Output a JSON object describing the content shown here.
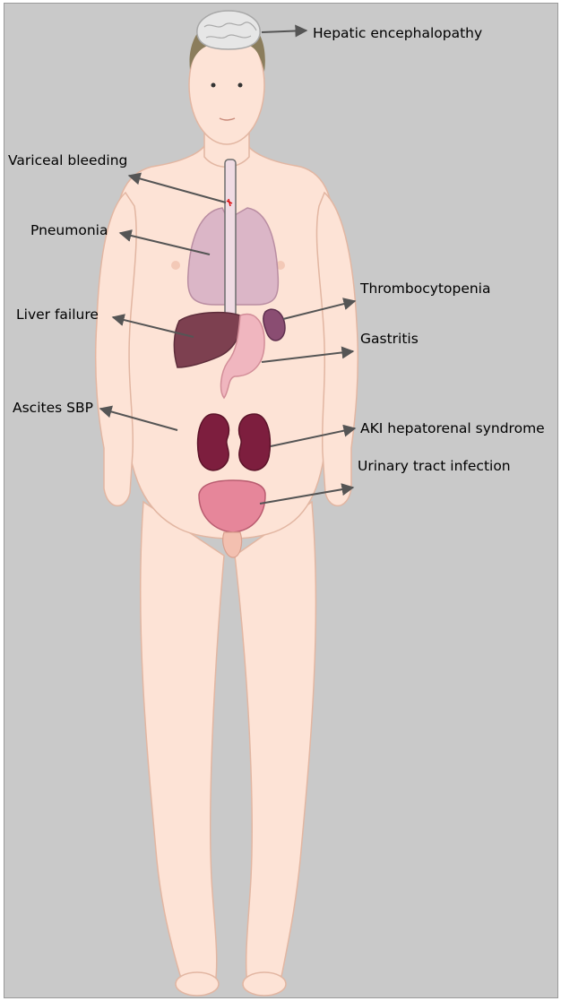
{
  "colors": {
    "background": "#c9c9c9",
    "skin": "#fde3d6",
    "skin_outline": "#e6b9a6",
    "hair": "#8b7d5c",
    "brain": "#e8e8e8",
    "lungs": "#dcb8c8",
    "liver": "#7d4050",
    "spleen": "#8a4d72",
    "stomach": "#f0b6bf",
    "kidney": "#7d1e3e",
    "bladder": "#e6869a",
    "arrow": "#555555"
  },
  "labels": {
    "hepatic_encephalopathy": "Hepatic encephalopathy",
    "variceal_bleeding": "Variceal bleeding",
    "pneumonia": "Pneumonia",
    "thrombocytopenia": "Thrombocytopenia",
    "liver_failure": "Liver failure",
    "gastritis": "Gastritis",
    "ascites_sbp": "Ascites SBP",
    "aki_hepatorenal": "AKI hepatorenal syndrome",
    "uti": "Urinary tract infection"
  }
}
